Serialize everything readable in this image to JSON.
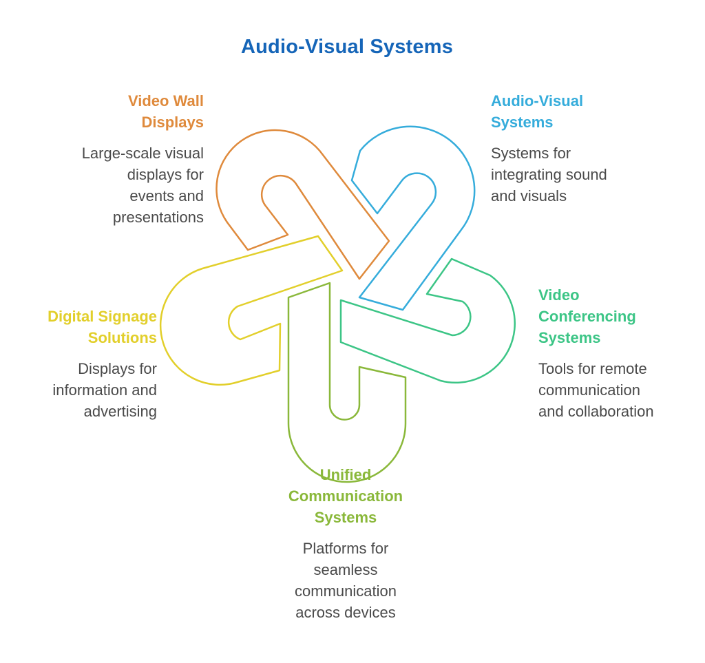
{
  "title": "Audio-Visual Systems",
  "colors": {
    "title": "#1565b8",
    "video_wall": "#df8a3c",
    "av_systems": "#35acdb",
    "digital_signage": "#e2cf2b",
    "video_conferencing": "#3cc586",
    "unified_communication": "#8ab83a",
    "description_text": "#4a4a4a"
  },
  "items": [
    {
      "id": "video_wall",
      "heading": [
        "Video Wall",
        "Displays"
      ],
      "description": [
        "Large-scale visual",
        "displays for",
        "events and",
        "presentations"
      ]
    },
    {
      "id": "av_systems",
      "heading": [
        "Audio-Visual",
        "Systems"
      ],
      "description": [
        "Systems for",
        "integrating sound",
        "and visuals"
      ]
    },
    {
      "id": "digital_signage",
      "heading": [
        "Digital Signage",
        "Solutions"
      ],
      "description": [
        "Displays for",
        "information and",
        "advertising"
      ]
    },
    {
      "id": "video_conferencing",
      "heading": [
        "Video",
        "Conferencing",
        "Systems"
      ],
      "description": [
        "Tools for remote",
        "communication",
        "and collaboration"
      ]
    },
    {
      "id": "unified_communication",
      "heading": [
        "Unified",
        "Communication",
        "Systems"
      ],
      "description": [
        "Platforms for",
        "seamless",
        "communication",
        "across devices"
      ]
    }
  ]
}
